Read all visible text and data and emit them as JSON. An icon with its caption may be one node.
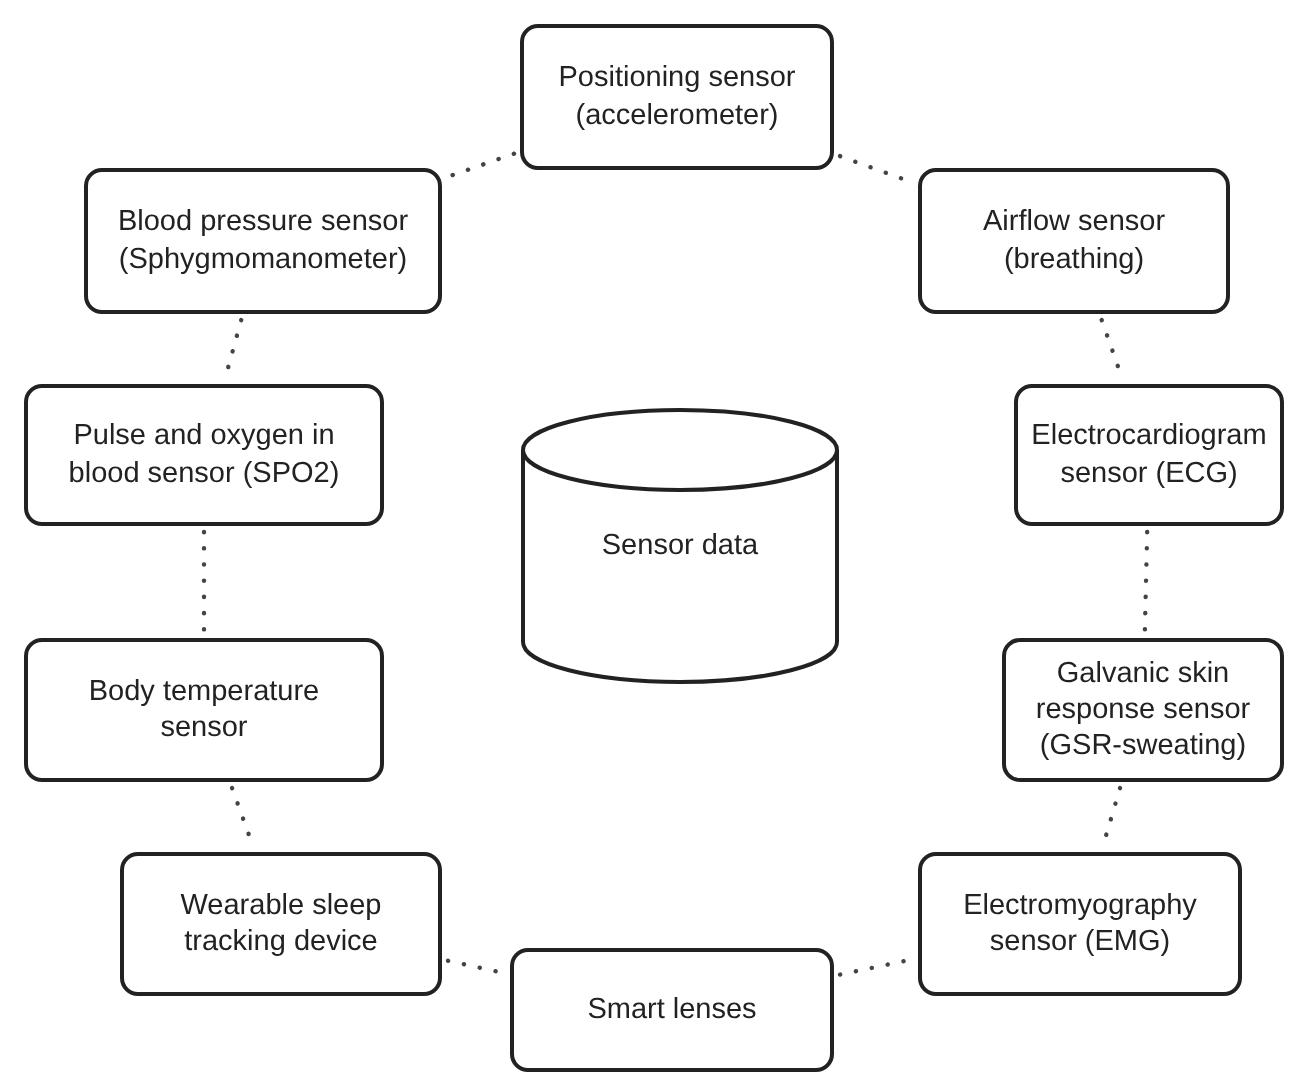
{
  "diagram": {
    "nodes": [
      {
        "text": [
          "Positioning sensor (accelerometer)"
        ]
      },
      {
        "text": [
          "Blood pressure sensor (Sphygmomanometer)"
        ]
      },
      {
        "text": [
          "Airflow sensor (breathing)"
        ]
      },
      {
        "text": [
          "Pulse and oxygen in blood sensor (SPO2)"
        ]
      },
      {
        "text": [
          "Electrocardiogram sensor (ECG)"
        ]
      },
      {
        "text": [
          "Sensor data"
        ]
      },
      {
        "text": [
          "Body temperature sensor"
        ]
      },
      {
        "text": [
          "Galvanic skin response sensor (GSR-sweating)"
        ]
      },
      {
        "text": [
          "Wearable sleep tracking device"
        ]
      },
      {
        "text": [
          "Electromyography sensor (EMG)"
        ]
      },
      {
        "text": [
          "Smart lenses"
        ]
      }
    ],
    "edges": [
      {
        "from": 0,
        "to": 1,
        "arrow": "none"
      },
      {
        "from": 0,
        "to": 2,
        "arrow": "none"
      },
      {
        "from": 1,
        "to": 3,
        "arrow": "none"
      },
      {
        "from": 2,
        "to": 4,
        "arrow": "none"
      },
      {
        "from": 3,
        "to": 6,
        "arrow": "none"
      },
      {
        "from": 4,
        "to": 7,
        "arrow": "none"
      },
      {
        "from": 6,
        "to": 8,
        "arrow": "none"
      },
      {
        "from": 7,
        "to": 9,
        "arrow": "none"
      },
      {
        "from": 8,
        "to": 10,
        "arrow": "none"
      },
      {
        "from": 10,
        "to": 9,
        "arrow": "none"
      }
    ]
  }
}
